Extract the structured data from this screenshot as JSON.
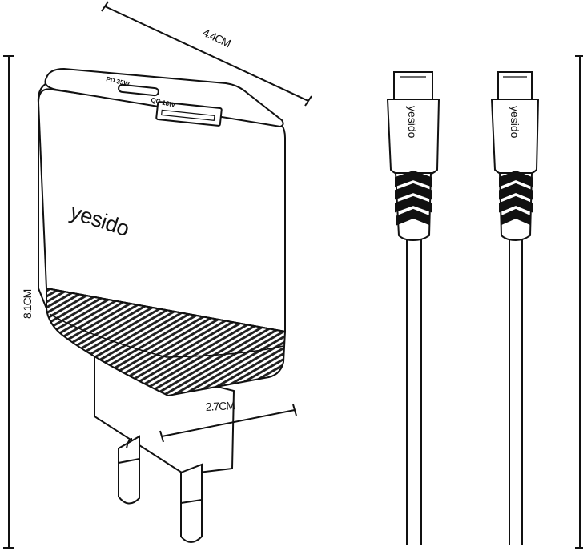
{
  "dimensions": {
    "width_label": "4.4CM",
    "height_label": "8.1CM",
    "depth_label": "2.7CM"
  },
  "charger": {
    "brand": "yesido",
    "port_usb_c_label": "PD 35W",
    "port_usb_a_label": "QC 18W"
  },
  "cable": {
    "brand_left": "yesido",
    "brand_right": "yesido"
  }
}
